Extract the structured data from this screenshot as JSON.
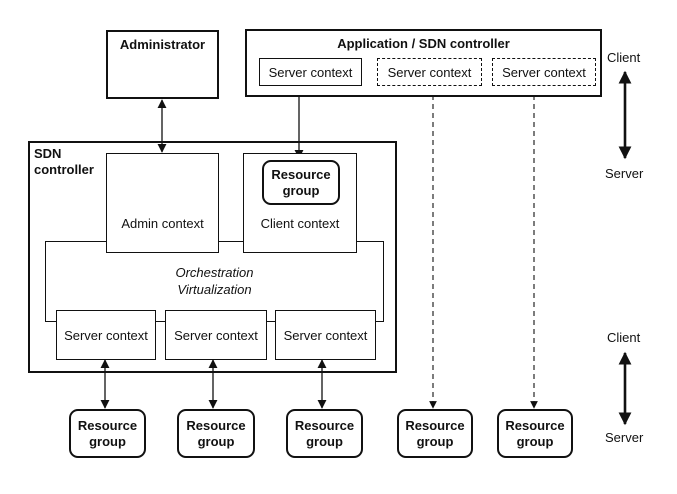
{
  "administrator": {
    "label": "Administrator"
  },
  "app_controller": {
    "title": "Application / SDN controller",
    "contexts": [
      "Server context",
      "Server context",
      "Server context"
    ]
  },
  "sdn_controller": {
    "title_line1": "SDN",
    "title_line2": "controller",
    "admin_context": "Admin context",
    "client_context": "Client context",
    "inner_resource_group": {
      "line1": "Resource",
      "line2": "group"
    },
    "orchestration": "Orchestration",
    "virtualization": "Virtualization",
    "server_contexts": [
      "Server context",
      "Server context",
      "Server context"
    ]
  },
  "resource_groups": [
    {
      "line1": "Resource",
      "line2": "group"
    },
    {
      "line1": "Resource",
      "line2": "group"
    },
    {
      "line1": "Resource",
      "line2": "group"
    },
    {
      "line1": "Resource",
      "line2": "group"
    },
    {
      "line1": "Resource",
      "line2": "group"
    }
  ],
  "legend": {
    "top_client": "Client",
    "top_server": "Server",
    "bottom_client": "Client",
    "bottom_server": "Server"
  }
}
